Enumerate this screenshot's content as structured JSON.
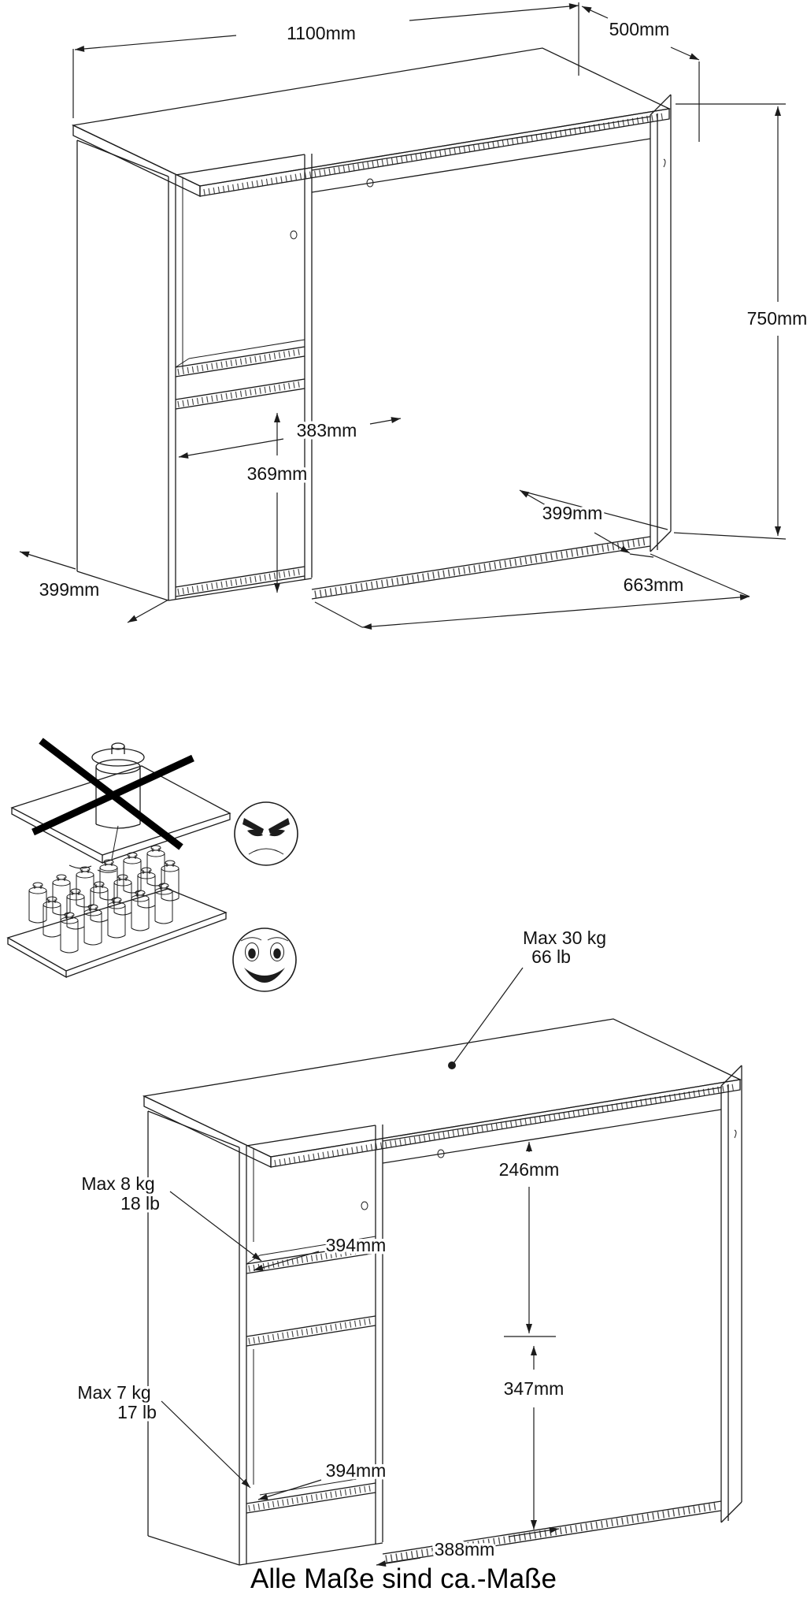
{
  "drawing_top": {
    "dims": {
      "width": "1100mm",
      "depth": "500mm",
      "height": "750mm",
      "door_width": "383mm",
      "door_height": "369mm",
      "pedestal_depth": "399mm",
      "clearance_width": "663mm",
      "panel_depth": "399mm"
    }
  },
  "drawing_bottom": {
    "loads": {
      "desktop_kg": "Max 30 kg",
      "desktop_lb": "66 lb",
      "shelf_kg": "Max 8 kg",
      "shelf_lb": "18 lb",
      "lower_kg": "Max 7 kg",
      "lower_lb": "17 lb"
    },
    "dims": {
      "upper_clearance": "246mm",
      "shelf_width": "394mm",
      "lower_clearance": "347mm",
      "lower_width": "394mm",
      "base_width": "388mm"
    }
  },
  "footer": {
    "note": "Alle Maße sind ca.-Maße"
  }
}
